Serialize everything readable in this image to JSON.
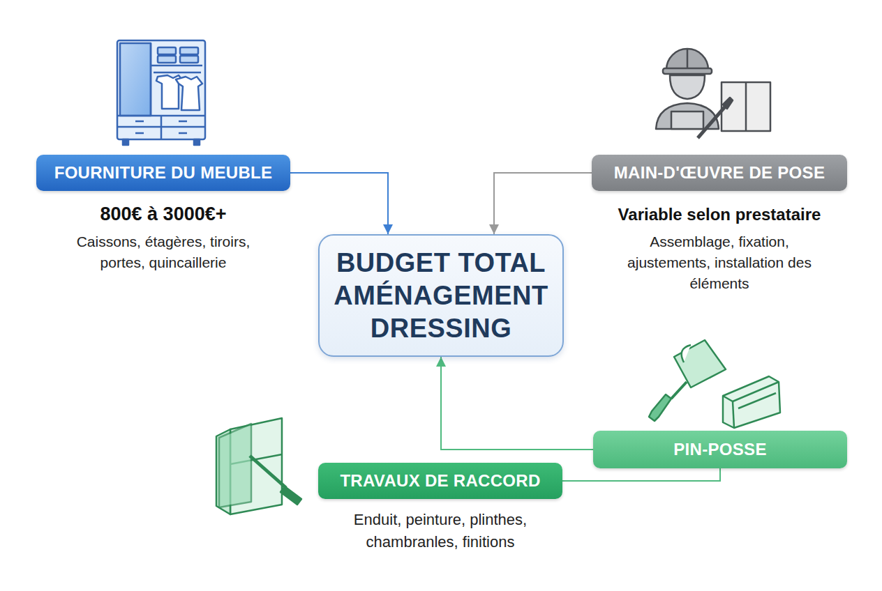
{
  "diagram": {
    "nodes": [
      {
        "text": [
          "FOURNITURE DU MEUBLE",
          "800€ à 3000€+",
          "Caissons, étagères, tiroirs, portes, quincaillerie"
        ]
      },
      {
        "text": [
          "MAIN-D'ŒUVRE DE POSE",
          "Variable selon prestataire",
          "Assemblage, fixation, ajustements, installation des éléments"
        ]
      },
      {
        "text": [
          "BUDGET TOTAL AMÉNAGEMENT DRESSING"
        ]
      },
      {
        "text": [
          "PIN-POSSE"
        ]
      },
      {
        "text": [
          "TRAVAUX DE RACCORD",
          "Enduit, peinture, plinthes, chambranles, finitions"
        ]
      }
    ],
    "edges": [
      {
        "from": 0,
        "to": 2,
        "arrow": "to"
      },
      {
        "from": 1,
        "to": 2,
        "arrow": "to"
      },
      {
        "from": 3,
        "to": 2,
        "arrow": "to"
      },
      {
        "from": 4,
        "to": 3,
        "arrow": "none"
      }
    ]
  }
}
